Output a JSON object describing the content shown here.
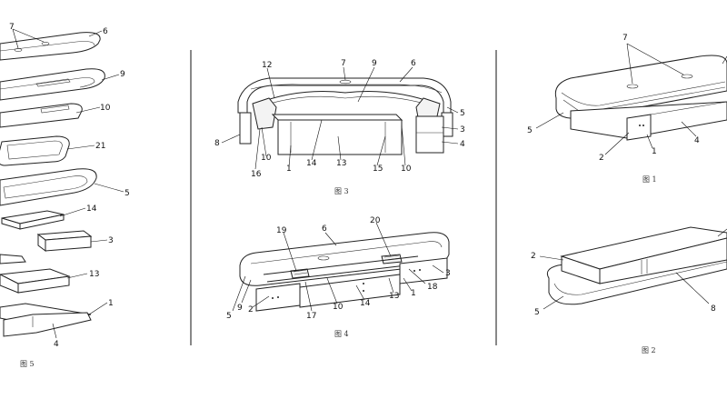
{
  "figures": {
    "fig5": {
      "caption": "图 5",
      "labels": [
        "7",
        "6",
        "9",
        "10",
        "21",
        "5",
        "14",
        "3",
        "13",
        "1",
        "4"
      ]
    },
    "fig3": {
      "caption": "图 3",
      "labels": [
        "12",
        "7",
        "9",
        "6",
        "5",
        "3",
        "4",
        "8",
        "10",
        "16",
        "1",
        "14",
        "13",
        "15",
        "10"
      ]
    },
    "fig4": {
      "caption": "图 4",
      "labels": [
        "19",
        "6",
        "20",
        "3",
        "18",
        "1",
        "13",
        "14",
        "10",
        "17",
        "2",
        "9",
        "5"
      ]
    },
    "fig1": {
      "caption": "图 1",
      "labels": [
        "7",
        "5",
        "2",
        "1",
        "4"
      ]
    },
    "fig2": {
      "caption": "图 2",
      "labels": [
        "2",
        "5",
        "8"
      ]
    }
  }
}
